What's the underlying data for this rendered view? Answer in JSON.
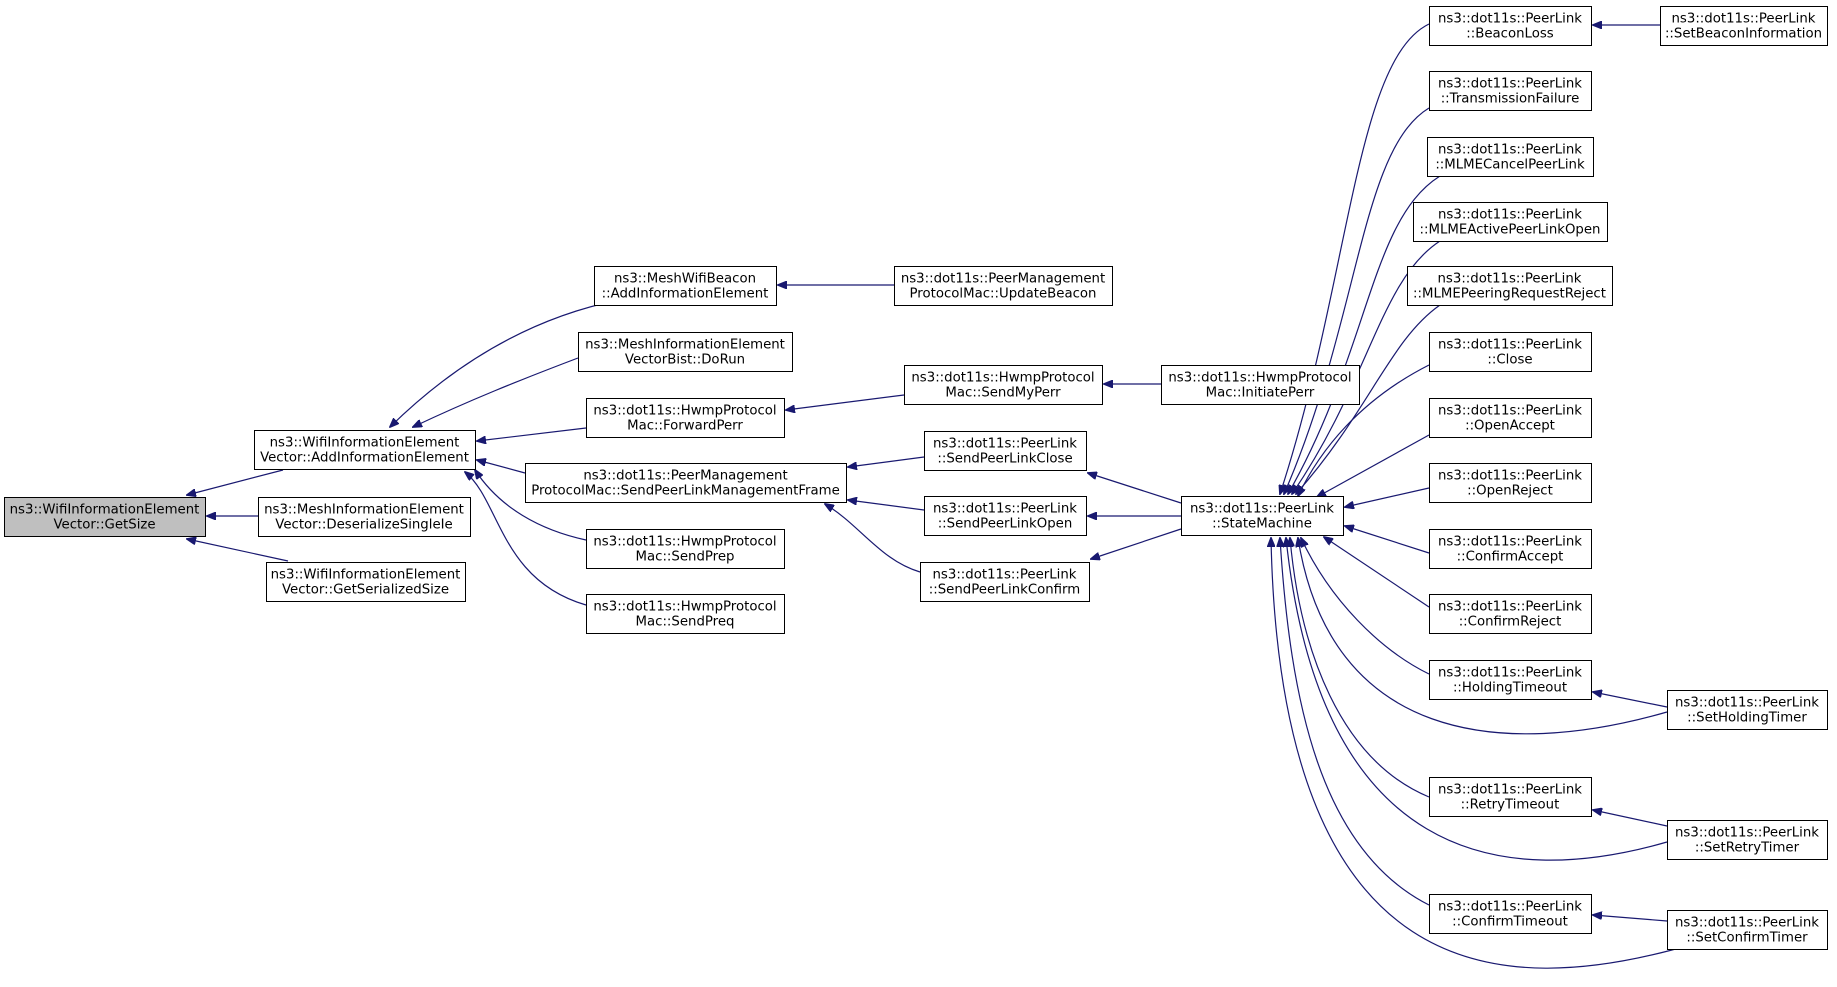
{
  "graph": {
    "type": "doxygen caller graph",
    "colors": {
      "edge": "#191970",
      "root_fill": "#bfbfbf",
      "node_fill": "#ffffff",
      "border": "#000000"
    },
    "nodes": [
      {
        "id": "getsize",
        "lines": [
          "ns3::WifiInformationElement",
          "Vector::GetSize"
        ],
        "root": true
      },
      {
        "id": "addie",
        "lines": [
          "ns3::WifiInformationElement",
          "Vector::AddInformationElement"
        ]
      },
      {
        "id": "deser",
        "lines": [
          "ns3::MeshInformationElement",
          "Vector::DeserializeSingleIe"
        ]
      },
      {
        "id": "getser",
        "lines": [
          "ns3::WifiInformationElement",
          "Vector::GetSerializedSize"
        ]
      },
      {
        "id": "meshaddie",
        "lines": [
          "ns3::MeshWifiBeacon",
          "::AddInformationElement"
        ]
      },
      {
        "id": "dorun",
        "lines": [
          "ns3::MeshInformationElement",
          "VectorBist::DoRun"
        ]
      },
      {
        "id": "fwdperr",
        "lines": [
          "ns3::dot11s::HwmpProtocol",
          "Mac::ForwardPerr"
        ]
      },
      {
        "id": "sendplmf",
        "lines": [
          "ns3::dot11s::PeerManagement",
          "ProtocolMac::SendPeerLinkManagementFrame"
        ]
      },
      {
        "id": "sendprep",
        "lines": [
          "ns3::dot11s::HwmpProtocol",
          "Mac::SendPrep"
        ]
      },
      {
        "id": "sendpreq",
        "lines": [
          "ns3::dot11s::HwmpProtocol",
          "Mac::SendPreq"
        ]
      },
      {
        "id": "updbeacon",
        "lines": [
          "ns3::dot11s::PeerManagement",
          "ProtocolMac::UpdateBeacon"
        ]
      },
      {
        "id": "sendmyperr",
        "lines": [
          "ns3::dot11s::HwmpProtocol",
          "Mac::SendMyPerr"
        ]
      },
      {
        "id": "initperr",
        "lines": [
          "ns3::dot11s::HwmpProtocol",
          "Mac::InitiatePerr"
        ]
      },
      {
        "id": "splclose",
        "lines": [
          "ns3::dot11s::PeerLink",
          "::SendPeerLinkClose"
        ]
      },
      {
        "id": "splopen",
        "lines": [
          "ns3::dot11s::PeerLink",
          "::SendPeerLinkOpen"
        ]
      },
      {
        "id": "splconfirm",
        "lines": [
          "ns3::dot11s::PeerLink",
          "::SendPeerLinkConfirm"
        ]
      },
      {
        "id": "statemachine",
        "lines": [
          "ns3::dot11s::PeerLink",
          "::StateMachine"
        ]
      },
      {
        "id": "beaconloss",
        "lines": [
          "ns3::dot11s::PeerLink",
          "::BeaconLoss"
        ]
      },
      {
        "id": "txfail",
        "lines": [
          "ns3::dot11s::PeerLink",
          "::TransmissionFailure"
        ]
      },
      {
        "id": "mlmecancel",
        "lines": [
          "ns3::dot11s::PeerLink",
          "::MLMECancelPeerLink"
        ]
      },
      {
        "id": "mlmeactive",
        "lines": [
          "ns3::dot11s::PeerLink",
          "::MLMEActivePeerLinkOpen"
        ]
      },
      {
        "id": "mlmereject",
        "lines": [
          "ns3::dot11s::PeerLink",
          "::MLMEPeeringRequestReject"
        ]
      },
      {
        "id": "close",
        "lines": [
          "ns3::dot11s::PeerLink",
          "::Close"
        ]
      },
      {
        "id": "openaccept",
        "lines": [
          "ns3::dot11s::PeerLink",
          "::OpenAccept"
        ]
      },
      {
        "id": "openreject",
        "lines": [
          "ns3::dot11s::PeerLink",
          "::OpenReject"
        ]
      },
      {
        "id": "confaccept",
        "lines": [
          "ns3::dot11s::PeerLink",
          "::ConfirmAccept"
        ]
      },
      {
        "id": "confreject",
        "lines": [
          "ns3::dot11s::PeerLink",
          "::ConfirmReject"
        ]
      },
      {
        "id": "holdto",
        "lines": [
          "ns3::dot11s::PeerLink",
          "::HoldingTimeout"
        ]
      },
      {
        "id": "retryto",
        "lines": [
          "ns3::dot11s::PeerLink",
          "::RetryTimeout"
        ]
      },
      {
        "id": "confirmto",
        "lines": [
          "ns3::dot11s::PeerLink",
          "::ConfirmTimeout"
        ]
      },
      {
        "id": "setbeacon",
        "lines": [
          "ns3::dot11s::PeerLink",
          "::SetBeaconInformation"
        ]
      },
      {
        "id": "setholding",
        "lines": [
          "ns3::dot11s::PeerLink",
          "::SetHoldingTimer"
        ]
      },
      {
        "id": "setretry",
        "lines": [
          "ns3::dot11s::PeerLink",
          "::SetRetryTimer"
        ]
      },
      {
        "id": "setconfirm",
        "lines": [
          "ns3::dot11s::PeerLink",
          "::SetConfirmTimer"
        ]
      }
    ],
    "edges": [
      {
        "from": "addie",
        "to": "getsize"
      },
      {
        "from": "deser",
        "to": "getsize"
      },
      {
        "from": "getser",
        "to": "getsize"
      },
      {
        "from": "meshaddie",
        "to": "addie"
      },
      {
        "from": "dorun",
        "to": "addie"
      },
      {
        "from": "fwdperr",
        "to": "addie"
      },
      {
        "from": "sendplmf",
        "to": "addie"
      },
      {
        "from": "sendprep",
        "to": "addie"
      },
      {
        "from": "sendpreq",
        "to": "addie"
      },
      {
        "from": "updbeacon",
        "to": "meshaddie"
      },
      {
        "from": "sendmyperr",
        "to": "fwdperr"
      },
      {
        "from": "splclose",
        "to": "sendplmf"
      },
      {
        "from": "splopen",
        "to": "sendplmf"
      },
      {
        "from": "splconfirm",
        "to": "sendplmf"
      },
      {
        "from": "initperr",
        "to": "sendmyperr"
      },
      {
        "from": "statemachine",
        "to": "splclose"
      },
      {
        "from": "statemachine",
        "to": "splopen"
      },
      {
        "from": "statemachine",
        "to": "splconfirm"
      },
      {
        "from": "beaconloss",
        "to": "statemachine"
      },
      {
        "from": "txfail",
        "to": "statemachine"
      },
      {
        "from": "mlmecancel",
        "to": "statemachine"
      },
      {
        "from": "mlmeactive",
        "to": "statemachine"
      },
      {
        "from": "mlmereject",
        "to": "statemachine"
      },
      {
        "from": "close",
        "to": "statemachine"
      },
      {
        "from": "openaccept",
        "to": "statemachine"
      },
      {
        "from": "openreject",
        "to": "statemachine"
      },
      {
        "from": "confaccept",
        "to": "statemachine"
      },
      {
        "from": "confreject",
        "to": "statemachine"
      },
      {
        "from": "holdto",
        "to": "statemachine"
      },
      {
        "from": "retryto",
        "to": "statemachine"
      },
      {
        "from": "confirmto",
        "to": "statemachine"
      },
      {
        "from": "setholding",
        "to": "statemachine"
      },
      {
        "from": "setretry",
        "to": "statemachine"
      },
      {
        "from": "setconfirm",
        "to": "statemachine"
      },
      {
        "from": "setbeacon",
        "to": "beaconloss"
      },
      {
        "from": "setholding",
        "to": "holdto"
      },
      {
        "from": "setretry",
        "to": "retryto"
      },
      {
        "from": "setconfirm",
        "to": "confirmto"
      }
    ]
  }
}
